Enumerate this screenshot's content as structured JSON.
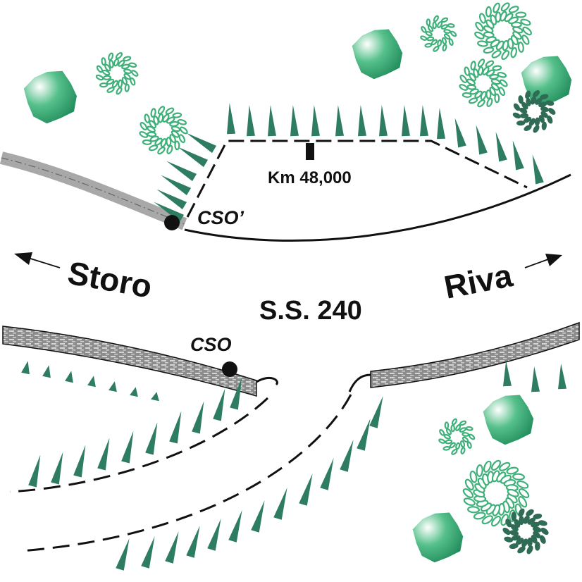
{
  "labels": {
    "km_marker": "Km 48,000",
    "cso_prime": "CSO’",
    "cso": "CSO",
    "direction_left": "Storo",
    "direction_right": "Riva",
    "road_name": "S.S. 240"
  },
  "colors": {
    "slope_mark": "#2e7d63",
    "tree_light": "#3fb07a",
    "tree_dark": "#2f6b55",
    "wall_fill": "#8f8f8f",
    "old_road_fill": "#a8a8a8",
    "line": "#111111"
  },
  "icons": {
    "round_tree": "round-bush-icon",
    "leafy_tree": "leafy-tree-icon",
    "slope_mark": "slope-hachure-icon",
    "station_point": "station-dot-icon",
    "distance_marker": "milestone-icon",
    "direction_arrow": "direction-arrow-icon"
  }
}
